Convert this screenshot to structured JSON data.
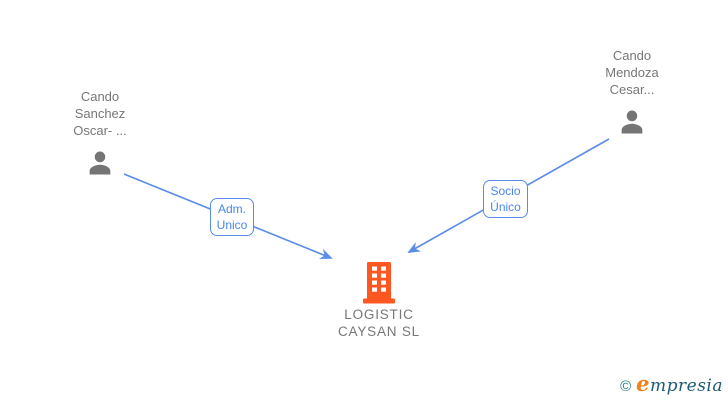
{
  "colors": {
    "edge": "#5a8ce8",
    "edge_label_text": "#4a86e8",
    "node_text": "#777777",
    "person_icon": "#757575",
    "company_icon": "#ff5722",
    "logo_teal": "#27808e",
    "logo_orange": "#f0821e",
    "logo_navy": "#1d5a73"
  },
  "diagram": {
    "nodes": {
      "person_left": {
        "icon": "person-icon",
        "label_lines": [
          "Cando",
          "Sanchez",
          "Oscar- ..."
        ]
      },
      "person_right": {
        "icon": "person-icon",
        "label_lines": [
          "Cando",
          "Mendoza",
          "Cesar..."
        ]
      },
      "company": {
        "icon": "building-icon",
        "label_lines": [
          "LOGISTIC",
          "CAYSAN SL"
        ]
      }
    },
    "edges": [
      {
        "from": "person_left",
        "to": "company",
        "label_lines": [
          "Adm.",
          "Unico"
        ]
      },
      {
        "from": "person_right",
        "to": "company",
        "label_lines": [
          "Socio",
          "Único"
        ]
      }
    ]
  },
  "logo": {
    "symbol": "©",
    "brand_initial": "e",
    "brand_rest": "mpresia"
  }
}
